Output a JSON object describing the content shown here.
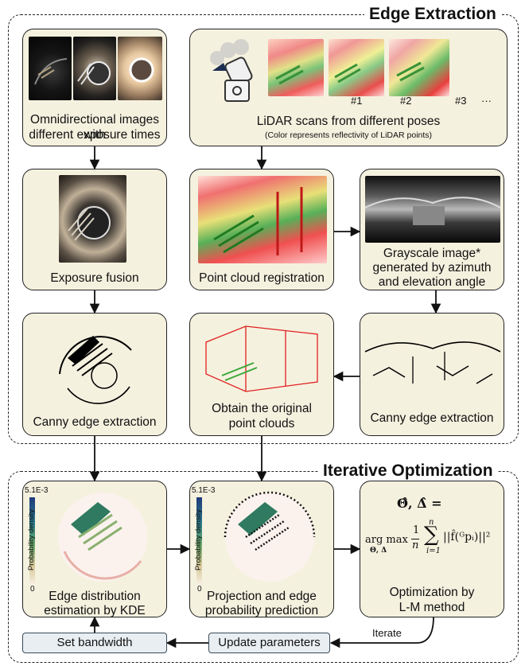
{
  "sections": {
    "edge_extraction": "Edge Extraction",
    "iterative_optimization": "Iterative Optimization"
  },
  "boxes": {
    "omni": {
      "line1": "Omnidirectional images with",
      "line2": "different exposure times"
    },
    "lidar": {
      "line1": "LiDAR scans from different poses",
      "line2": "(Color represents reflectivity of LiDAR points)",
      "labels": [
        "#1",
        "#2",
        "#3",
        "···"
      ]
    },
    "exposure_fusion": {
      "line1": "Exposure fusion"
    },
    "point_cloud_registration": {
      "line1": "Point cloud registration"
    },
    "grayscale": {
      "line1": "Grayscale image*",
      "line2": "generated by azimuth",
      "line3": "and elevation angle"
    },
    "canny_left": {
      "line1": "Canny edge extraction"
    },
    "obtain": {
      "line1": "Obtain the original",
      "line2": "point clouds"
    },
    "canny_right": {
      "line1": "Canny edge extraction"
    },
    "kde": {
      "line1": "Edge distribution",
      "line2": "estimation by KDE",
      "colorbar_top": "5.1E-3",
      "colorbar_bottom": "0",
      "colorbar_label": "Probability density"
    },
    "projection": {
      "line1": "Projection and edge",
      "line2": "probability prediction",
      "colorbar_top": "5.1E-3",
      "colorbar_bottom": "0",
      "colorbar_label": "Probability density"
    },
    "optimization": {
      "eq_line1": "Θ̂, Δ̂ =",
      "eq_argmax": "arg max",
      "eq_sub": "Θ, Δ",
      "eq_frac_top": "1",
      "eq_frac_bot": "n",
      "eq_sum_top": "n",
      "eq_sum_bot": "i=1",
      "eq_body": "||f̂(ᴳpᵢ)||²",
      "line1": "Optimization by",
      "line2": "L-M method"
    }
  },
  "bottom": {
    "set_bandwidth": "Set bandwidth",
    "update_parameters": "Update parameters",
    "iterate": "Iterate"
  }
}
